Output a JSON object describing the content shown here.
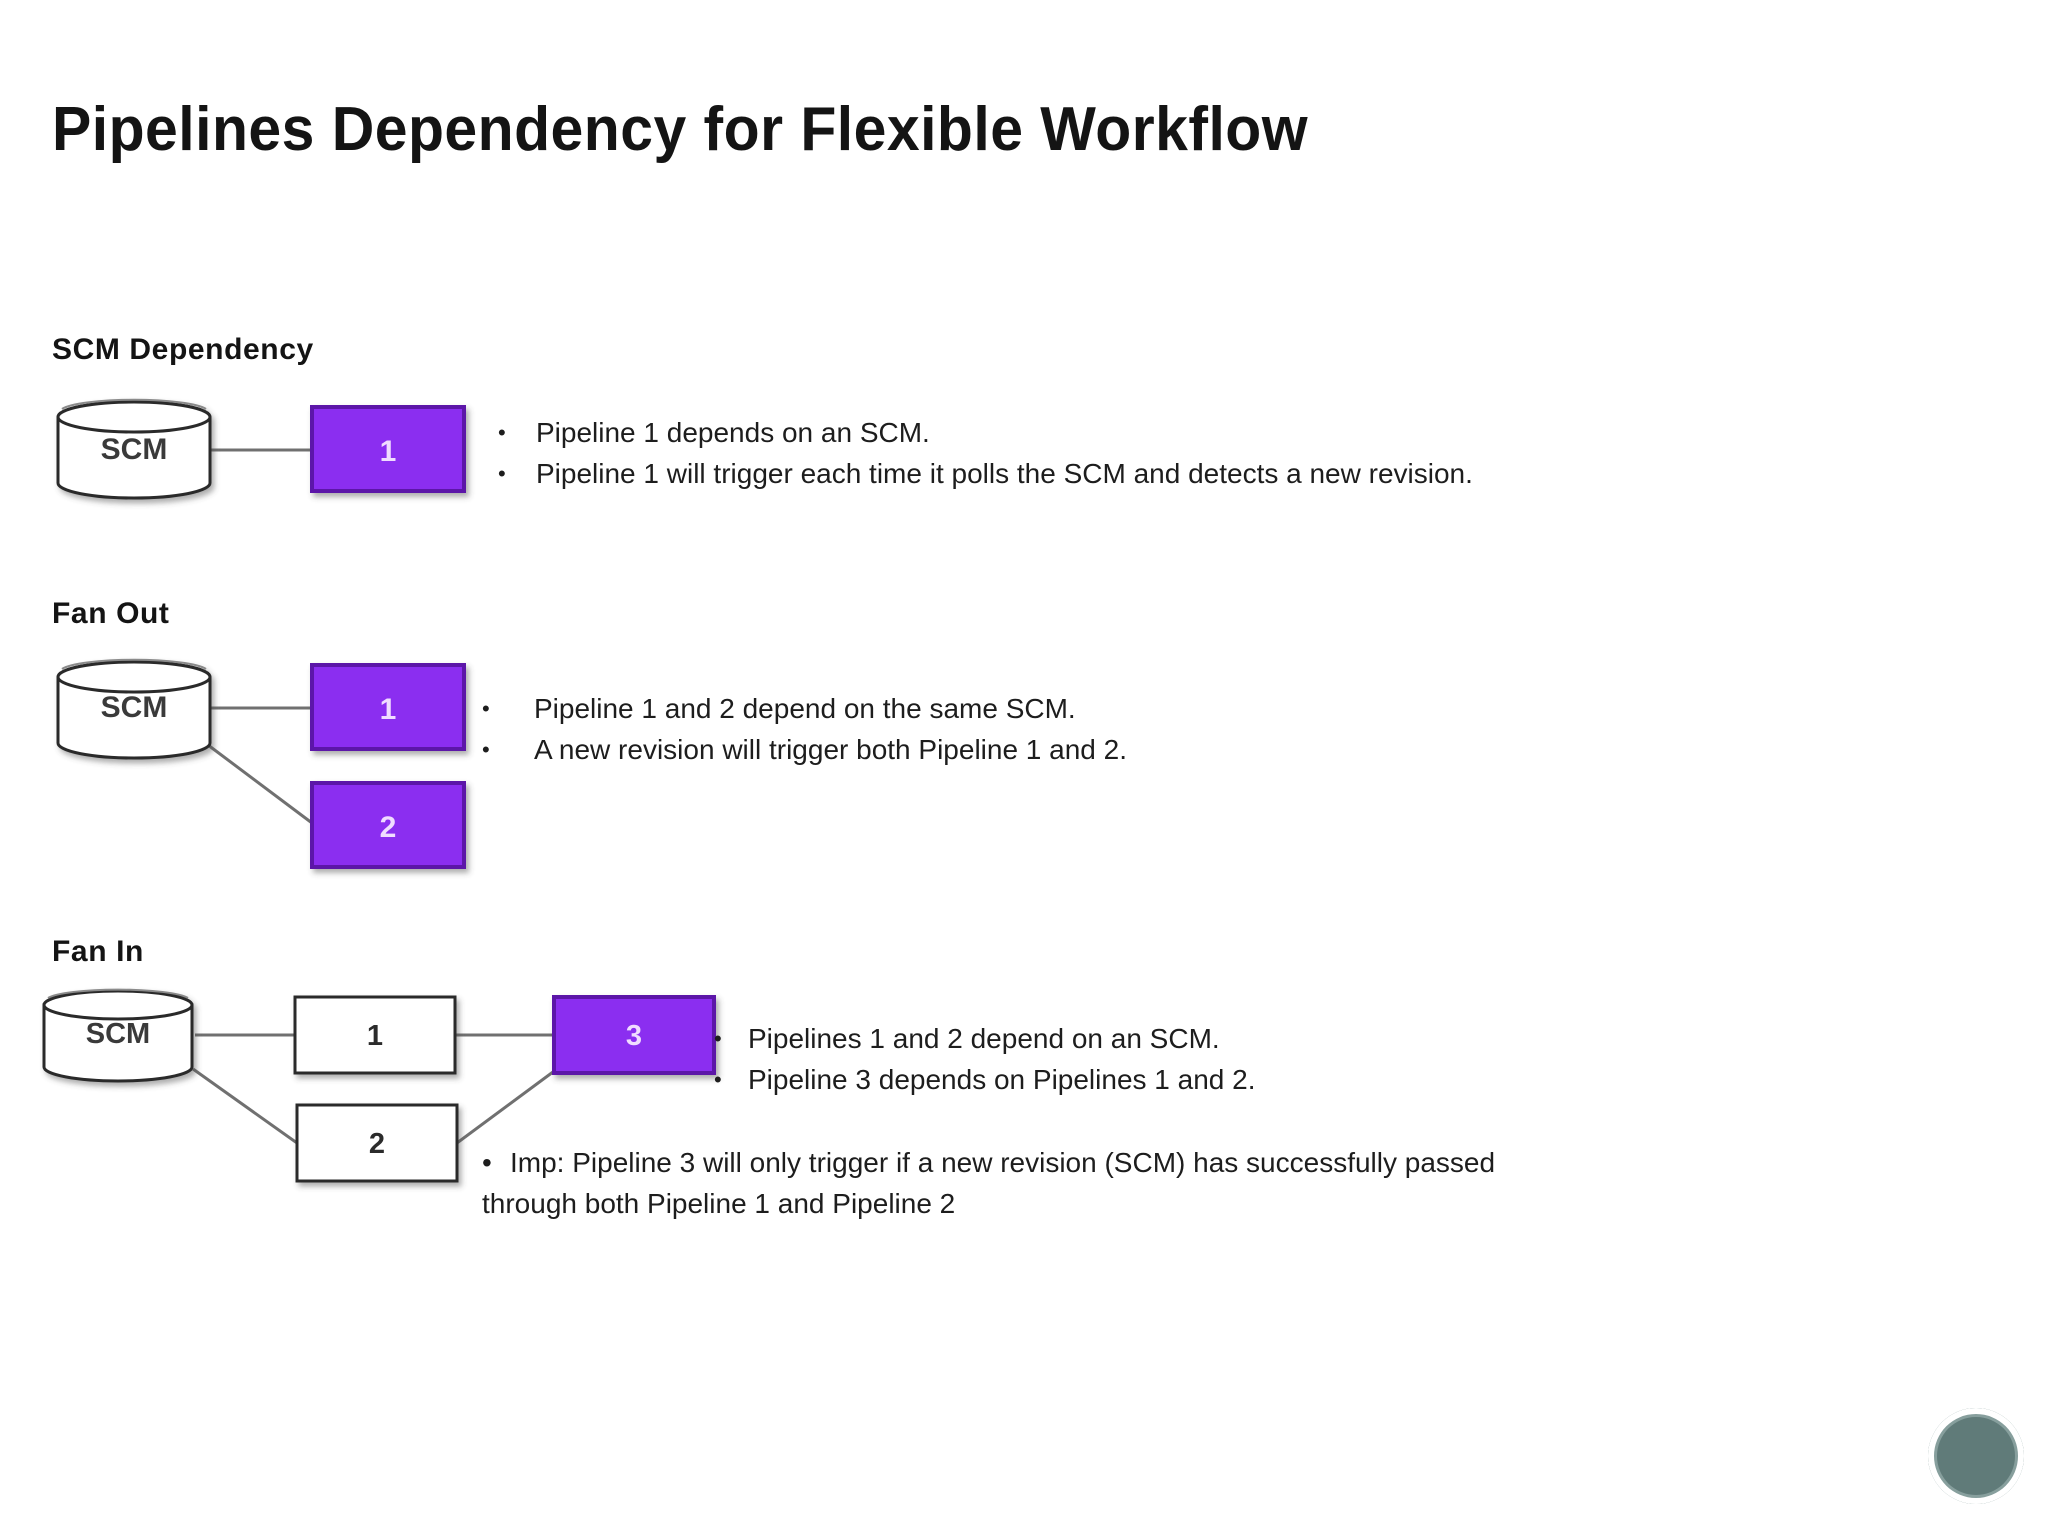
{
  "slide": {
    "title": "Pipelines Dependency for Flexible Workflow",
    "background_color": "#ffffff",
    "accent_color": "#8B2FF0",
    "text_color": "#1d1d1d"
  },
  "sections": [
    {
      "heading": "SCM Dependency",
      "diagram": {
        "source_label": "SCM",
        "nodes": [
          {
            "label": "1",
            "style": "filled",
            "fill": "#8B2FF0"
          }
        ],
        "edges": [
          "SCM -> 1"
        ]
      },
      "bullets": [
        "Pipeline 1 depends on an SCM.",
        "Pipeline 1 will trigger each time it polls the SCM and detects a new revision."
      ]
    },
    {
      "heading": "Fan Out",
      "diagram": {
        "source_label": "SCM",
        "nodes": [
          {
            "label": "1",
            "style": "filled",
            "fill": "#8B2FF0"
          },
          {
            "label": "2",
            "style": "filled",
            "fill": "#8B2FF0"
          }
        ],
        "edges": [
          "SCM -> 1",
          "SCM -> 2"
        ]
      },
      "bullets": [
        "Pipeline 1 and 2 depend on the same SCM.",
        "A new revision will trigger both Pipeline 1 and 2."
      ]
    },
    {
      "heading": "Fan In",
      "diagram": {
        "source_label": "SCM",
        "nodes": [
          {
            "label": "1",
            "style": "outline",
            "fill": "#ffffff"
          },
          {
            "label": "2",
            "style": "outline",
            "fill": "#ffffff"
          },
          {
            "label": "3",
            "style": "filled",
            "fill": "#8B2FF0"
          }
        ],
        "edges": [
          "SCM -> 1",
          "SCM -> 2",
          "1 -> 3",
          "2 -> 3"
        ]
      },
      "bullets": [
        "Pipelines 1 and 2 depend on an SCM.",
        "Pipeline 3 depends on Pipelines 1 and 2."
      ],
      "note": "Imp: Pipeline 3 will only trigger if a new revision (SCM) has successfully passed through both Pipeline 1 and Pipeline 2"
    }
  ],
  "bullet_glyph": "•",
  "watermark": {
    "shape": "circle-logo",
    "color": "#53706e"
  }
}
